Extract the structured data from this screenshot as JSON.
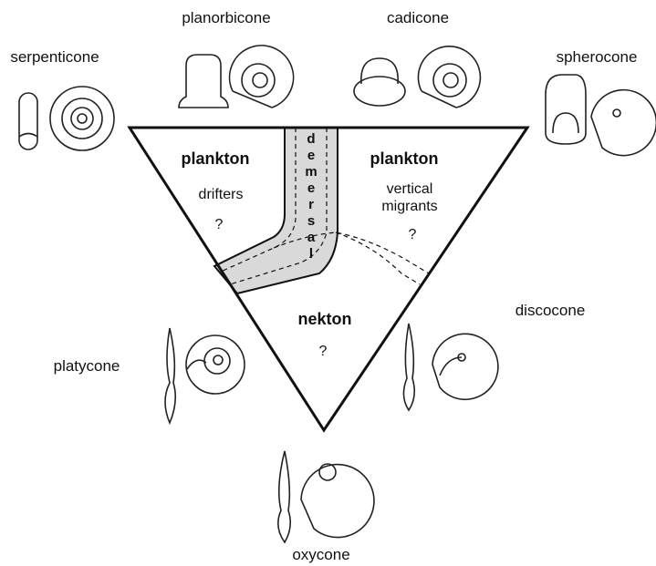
{
  "shape_labels": {
    "serpenticone": "serpenticone",
    "planorbicone": "planorbicone",
    "cadicone": "cadicone",
    "spherocone": "spherocone",
    "discocone": "discocone",
    "platycone": "platycone",
    "oxycone": "oxycone"
  },
  "regions": {
    "plankton_drifters": {
      "title": "plankton",
      "sub": "drifters",
      "q": "?"
    },
    "plankton_vertical": {
      "title": "plankton",
      "sub_line1": "vertical",
      "sub_line2": "migrants",
      "q": "?"
    },
    "nekton": {
      "title": "nekton",
      "q": "?"
    },
    "demersal": {
      "letters": [
        "d",
        "e",
        "m",
        "e",
        "r",
        "s",
        "a",
        "l"
      ]
    }
  },
  "colors": {
    "demersal_band": "#d9d9d9",
    "line": "#111111"
  }
}
